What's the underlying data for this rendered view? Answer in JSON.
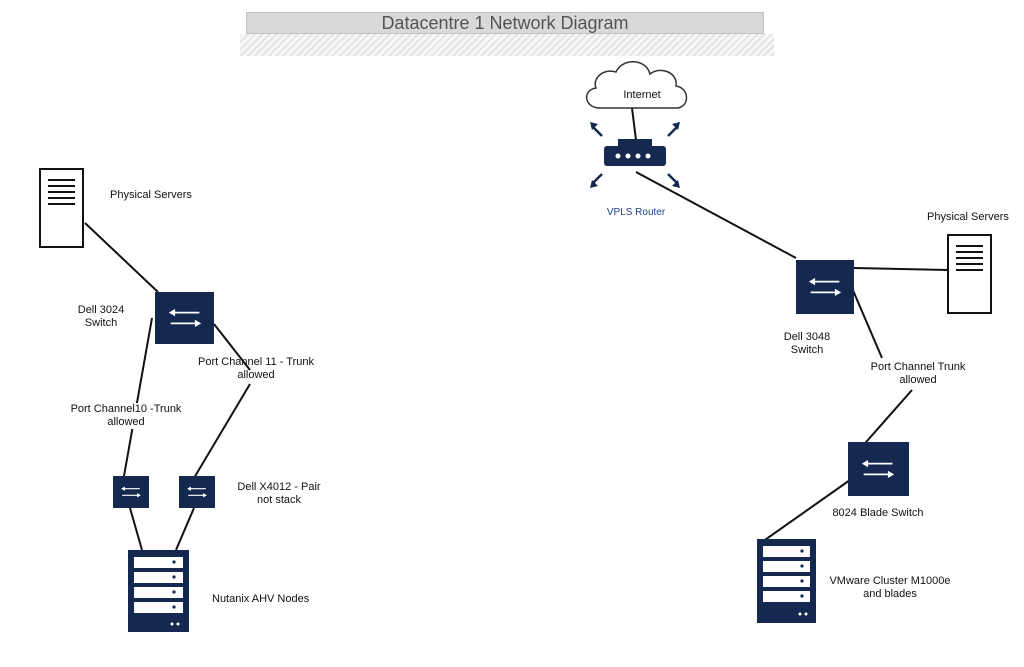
{
  "title": "Datacentre 1 Network Diagram",
  "labels": {
    "internet": "Internet",
    "vpls_router": "VPLS Router",
    "physical_servers_left": "Physical Servers",
    "dell_3024_line1": "Dell 3024",
    "dell_3024_line2": "Switch",
    "pc10_line1": "Port Channel10 -Trunk",
    "pc10_line2": "allowed",
    "pc11_line1": "Port Channel 11 - Trunk",
    "pc11_line2": "allowed",
    "x4012_line1": "Dell X4012 - Pair",
    "x4012_line2": "not stack",
    "nutanix": "Nutanix AHV Nodes",
    "physical_servers_right": "Physical Servers",
    "dell_3048_line1": "Dell 3048",
    "dell_3048_line2": "Switch",
    "pc_trunk_line1": "Port Channel Trunk",
    "pc_trunk_line2": "allowed",
    "blade_switch": "8024 Blade Switch",
    "vmware_line1": "VMware Cluster M1000e",
    "vmware_line2": "and blades"
  },
  "colors": {
    "switch_fill": "#15284f",
    "line": "#111111",
    "router_label": "#1f3f8f"
  },
  "icons": [
    "cloud-icon",
    "router-icon",
    "server-icon",
    "switch-icon",
    "rack-icon"
  ]
}
